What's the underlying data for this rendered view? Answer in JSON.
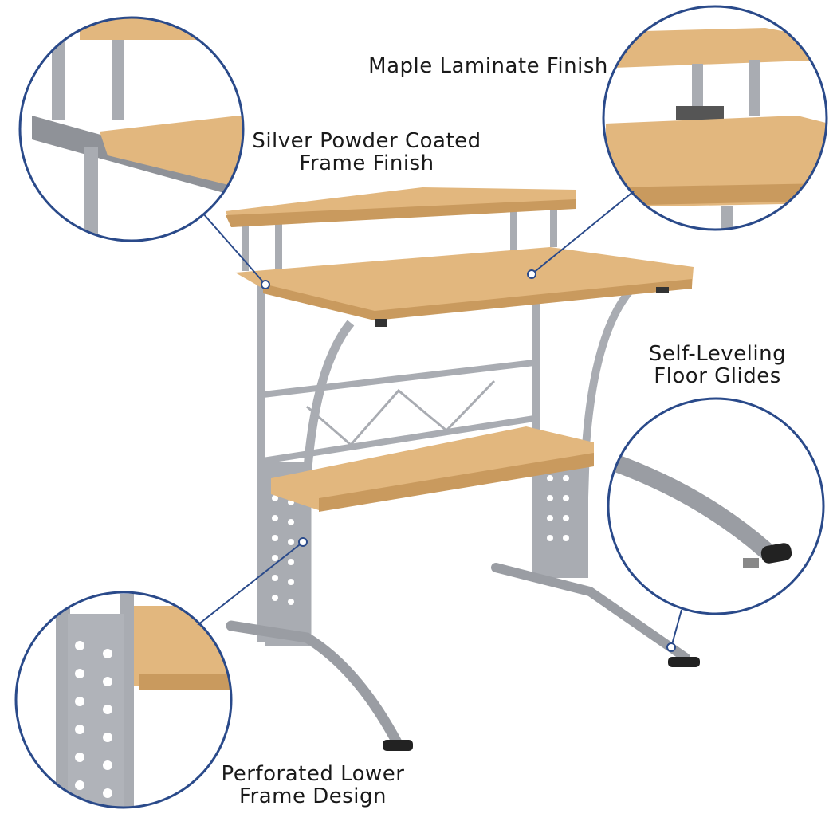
{
  "callouts": [
    {
      "id": "frame",
      "line1": "Silver Powder Coated",
      "line2": "Frame Finish"
    },
    {
      "id": "laminate",
      "line1": "Maple Laminate Finish",
      "line2": ""
    },
    {
      "id": "glides",
      "line1": "Self-Leveling",
      "line2": "Floor Glides"
    },
    {
      "id": "perforated",
      "line1": "Perforated Lower",
      "line2": "Frame Design"
    }
  ],
  "colors": {
    "circle_border": "#2a4a8a",
    "wood": "#e2b77e",
    "wood_edge": "#c99a5e",
    "metal": "#a9acb2",
    "metal_dark": "#7d8087",
    "glide": "#222222"
  }
}
